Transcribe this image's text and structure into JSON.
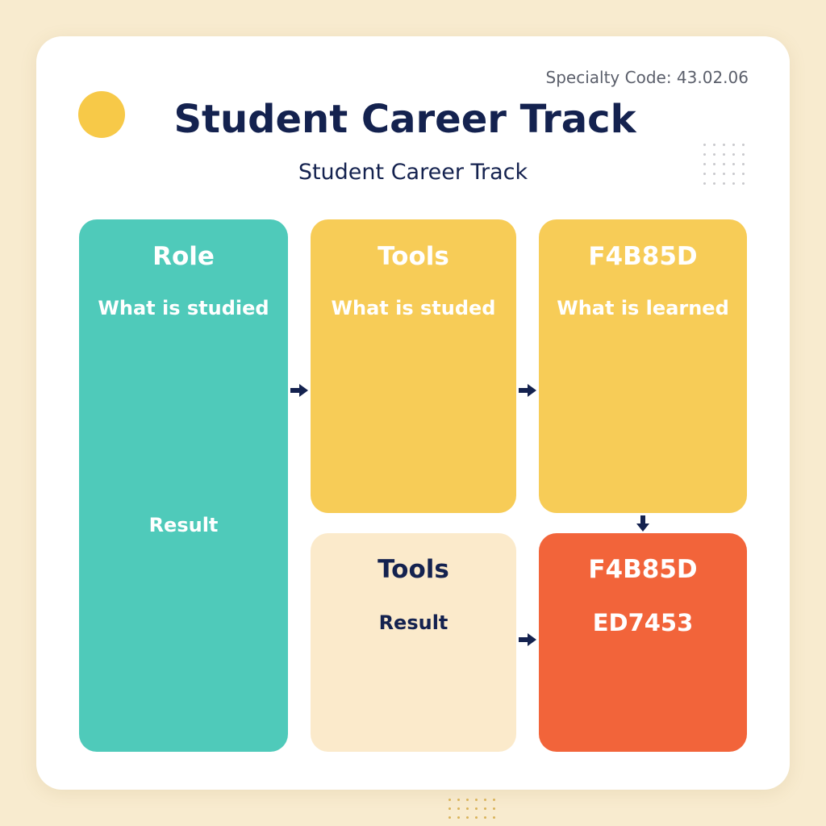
{
  "header": {
    "specialty_code": "Specialty Code: 43.02.06",
    "title": "Student Career Track",
    "subtitle": "Student Career Track"
  },
  "boxes": {
    "role": {
      "title": "Role",
      "subtitle": "What is studied",
      "result": "Result",
      "color": "#4fcaba"
    },
    "tools_top": {
      "title": "Tools",
      "subtitle": "What is studed",
      "color": "#f7cc57"
    },
    "f4b85d_top": {
      "title": "F4B85D",
      "subtitle": "What is learned",
      "color": "#f7cc57"
    },
    "tools_bottom": {
      "title": "Tools",
      "result": "Result",
      "color": "#fbeacb"
    },
    "f4b85d_bottom": {
      "title": "F4B85D",
      "subtitle": "ED7453",
      "color": "#f2643a"
    }
  },
  "colors": {
    "background": "#f8ebcf",
    "card": "#ffffff",
    "navy": "#14224f",
    "accent_circle": "#f7c948"
  },
  "icons": {
    "decor_circle": "sun-circle",
    "arrows": "arrow-right / arrow-down"
  }
}
